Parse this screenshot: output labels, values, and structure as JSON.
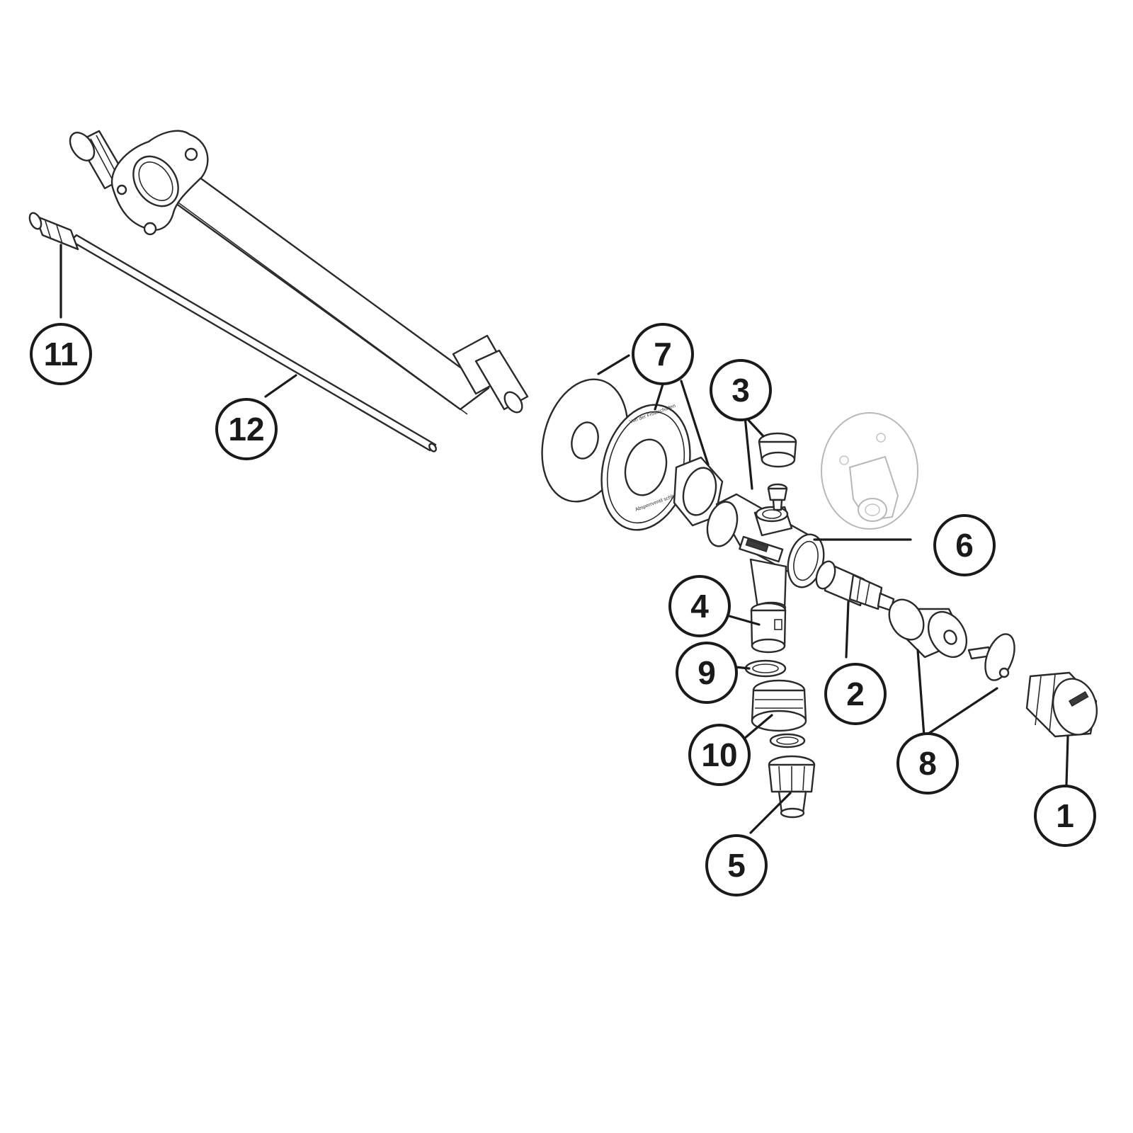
{
  "callouts": [
    {
      "id": "1",
      "label": "1"
    },
    {
      "id": "2",
      "label": "2"
    },
    {
      "id": "3",
      "label": "3"
    },
    {
      "id": "4",
      "label": "4"
    },
    {
      "id": "5",
      "label": "5"
    },
    {
      "id": "6",
      "label": "6"
    },
    {
      "id": "7",
      "label": "7"
    },
    {
      "id": "8",
      "label": "8"
    },
    {
      "id": "9",
      "label": "9"
    },
    {
      "id": "10",
      "label": "10"
    },
    {
      "id": "11",
      "label": "11"
    },
    {
      "id": "12",
      "label": "12"
    }
  ],
  "colors": {
    "line": "#1a1a1a",
    "ghost": "#b8b8b8",
    "background": "#ffffff"
  }
}
